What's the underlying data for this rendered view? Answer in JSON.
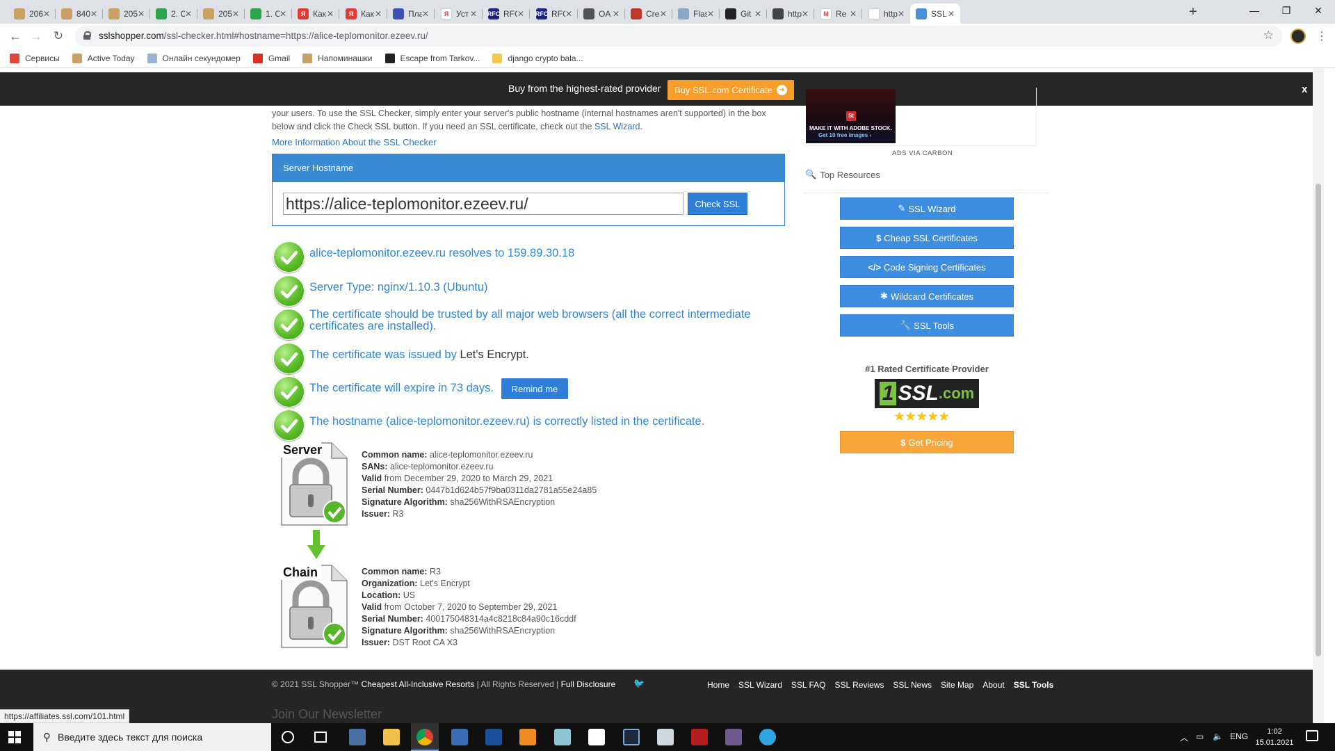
{
  "browser": {
    "tabs": [
      {
        "label": "206",
        "color": "#c9a066",
        "glyph": ""
      },
      {
        "label": "840",
        "color": "#c9a066",
        "glyph": ""
      },
      {
        "label": "205",
        "color": "#c9a066",
        "glyph": ""
      },
      {
        "label": "2. C",
        "color": "#2ea44f",
        "glyph": ""
      },
      {
        "label": "205",
        "color": "#c9a066",
        "glyph": ""
      },
      {
        "label": "1. C",
        "color": "#2ea44f",
        "glyph": ""
      },
      {
        "label": "Как",
        "color": "#e53935",
        "glyph": "Я"
      },
      {
        "label": "Как",
        "color": "#e53935",
        "glyph": "Я"
      },
      {
        "label": "Пла",
        "color": "#3f51b5",
        "glyph": ""
      },
      {
        "label": "Уст",
        "color": "#ffffff",
        "glyph": "Я"
      },
      {
        "label": "RFC",
        "color": "#1a237e",
        "glyph": "RFC"
      },
      {
        "label": "RFC",
        "color": "#1a237e",
        "glyph": "RFC"
      },
      {
        "label": "OA",
        "color": "#555555",
        "glyph": ""
      },
      {
        "label": "Cre",
        "color": "#c0392b",
        "glyph": ""
      },
      {
        "label": "Flas",
        "color": "#8aa6c8",
        "glyph": ""
      },
      {
        "label": "Git",
        "color": "#222222",
        "glyph": ""
      },
      {
        "label": "http",
        "color": "#444444",
        "glyph": ""
      },
      {
        "label": "Re",
        "color": "#ffffff",
        "glyph": "M"
      },
      {
        "label": "http",
        "color": "#ffffff",
        "glyph": ""
      },
      {
        "label": "SSL",
        "color": "#4a90d9",
        "glyph": ""
      }
    ],
    "url_host": "sslshopper.com",
    "url_path": "/ssl-checker.html#hostname=https://alice-teplomonitor.ezeev.ru/",
    "bookmarks": [
      {
        "label": "Сервисы",
        "color": "#e0463a"
      },
      {
        "label": "Active Today",
        "color": "#c9a066"
      },
      {
        "label": "Онлайн секундомер",
        "color": "#9ab3d5"
      },
      {
        "label": "Gmail",
        "color": "#d93025"
      },
      {
        "label": "Напоминашки",
        "color": "#c9a066"
      },
      {
        "label": "Escape from Tarkov...",
        "color": "#222222"
      },
      {
        "label": "django crypto bala...",
        "color": "#f2c94c"
      }
    ],
    "status_url": "https://affiliates.ssl.com/101.html"
  },
  "promo": {
    "text": "Buy from the highest-rated provider",
    "button": "Buy SSL.com Certificate",
    "close": "x"
  },
  "intro": {
    "text": "your users. To use the SSL Checker, simply enter your server's public hostname (internal hostnames aren't supported) in the box below and click the Check SSL button. If you need an SSL certificate, check out the",
    "link": "SSL Wizard",
    "more_info": "More Information About the SSL Checker"
  },
  "checker": {
    "header": "Server Hostname",
    "hostname_value": "https://alice-teplomonitor.ezeev.ru/",
    "check_button": "Check SSL"
  },
  "results": [
    {
      "text": "alice-teplomonitor.ezeev.ru resolves to 159.89.30.18",
      "dark": ""
    },
    {
      "text": "Server Type: nginx/1.10.3 (Ubuntu)",
      "dark": ""
    },
    {
      "text": "The certificate should be trusted by all major web browsers (all the correct intermediate certificates are installed).",
      "dark": ""
    },
    {
      "text": "The certificate was issued by",
      "dark": "Let's Encrypt."
    },
    {
      "text": "The certificate will expire in 73 days.",
      "dark": ""
    },
    {
      "text": "The hostname (alice-teplomonitor.ezeev.ru) is correctly listed in the certificate.",
      "dark": ""
    }
  ],
  "remind_button": "Remind me",
  "server_cert": {
    "badge": "Server",
    "rows": [
      {
        "label": "Common name:",
        "value": "alice-teplomonitor.ezeev.ru"
      },
      {
        "label": "SANs:",
        "value": "alice-teplomonitor.ezeev.ru"
      },
      {
        "label": "Valid",
        "value": "from December 29, 2020 to March 29, 2021"
      },
      {
        "label": "Serial Number:",
        "value": "0447b1d624b57f9ba0311da2781a55e24a85"
      },
      {
        "label": "Signature Algorithm:",
        "value": "sha256WithRSAEncryption"
      },
      {
        "label": "Issuer:",
        "value": "R3"
      }
    ]
  },
  "chain_cert": {
    "badge": "Chain",
    "rows": [
      {
        "label": "Common name:",
        "value": "R3"
      },
      {
        "label": "Organization:",
        "value": "Let's Encrypt"
      },
      {
        "label": "Location:",
        "value": "US"
      },
      {
        "label": "Valid",
        "value": "from October 7, 2020 to September 29, 2021"
      },
      {
        "label": "Serial Number:",
        "value": "400175048314a4c8218c84a90c16cddf"
      },
      {
        "label": "Signature Algorithm:",
        "value": "sha256WithRSAEncryption"
      },
      {
        "label": "Issuer:",
        "value": "DST Root CA X3"
      }
    ]
  },
  "sidebar": {
    "ad_line1": "MAKE IT WITH ADOBE STOCK.",
    "ad_line2": "Get 10 free images ›",
    "ad_logo": "St",
    "ads_via": "ADS VIA CARBON",
    "top_resources": "Top Resources",
    "buttons": [
      {
        "symbol": "✎",
        "label": "SSL Wizard"
      },
      {
        "symbol": "$",
        "label": "Cheap SSL Certificates"
      },
      {
        "symbol": "</>",
        "label": "Code Signing Certificates"
      },
      {
        "symbol": "✱",
        "label": "Wildcard Certificates"
      },
      {
        "symbol": "🔧",
        "label": "SSL Tools"
      }
    ],
    "rated_title": "#1 Rated Certificate Provider",
    "logo_one": "1",
    "logo_ssl": "SSL",
    "logo_com": ".com",
    "stars": "★★★★★",
    "pricing_symbol": "$",
    "pricing_label": "Get Pricing"
  },
  "footer": {
    "copyright": "© 2021 SSL Shopper™",
    "cheapest": "Cheapest All-Inclusive Resorts",
    "rights": "| All Rights Reserved |",
    "disclosure": "Full Disclosure",
    "links": [
      "Home",
      "SSL Wizard",
      "SSL FAQ",
      "SSL Reviews",
      "SSL News",
      "Site Map",
      "About",
      "SSL Tools"
    ],
    "newsletter": "Join Our Newsletter"
  },
  "taskbar": {
    "search_placeholder": "Введите здесь текст для поиска",
    "lang": "ENG",
    "time": "1:02",
    "date": "15.01.2021"
  }
}
